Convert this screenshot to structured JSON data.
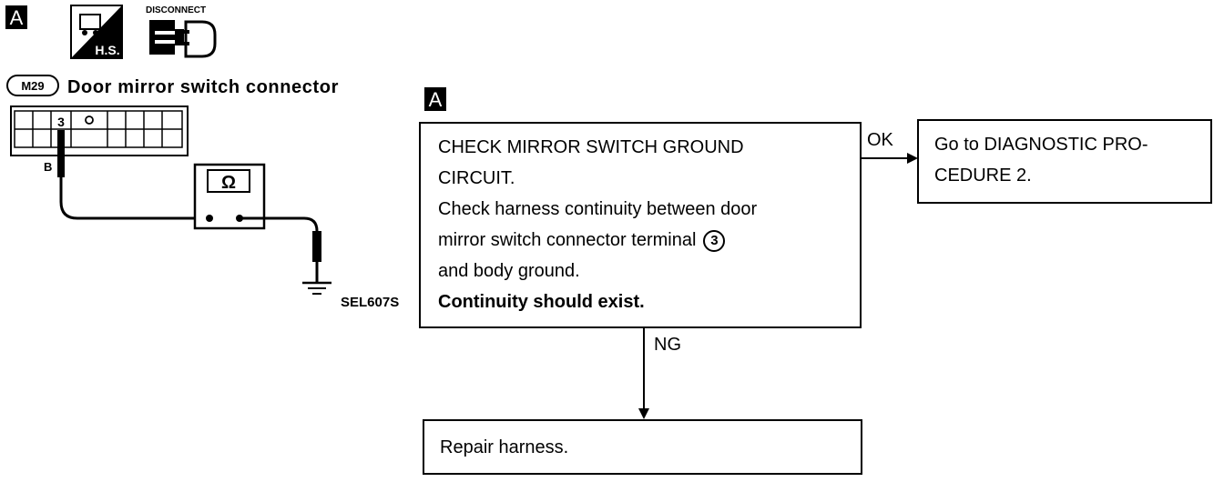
{
  "left_panel": {
    "section_letter": "A",
    "hs_label": "H.S.",
    "disconnect_label": "DISCONNECT",
    "connector_code": "M29",
    "connector_title": "Door mirror switch connector",
    "terminal_number": "3",
    "wire_color": "B",
    "meter_symbol": "Ω",
    "figure_code": "SEL607S"
  },
  "flowchart": {
    "section_letter": "A",
    "check_box": {
      "line1": "CHECK MIRROR SWITCH GROUND",
      "line2": "CIRCUIT.",
      "line3": "Check harness continuity between door",
      "line4": "mirror switch connector terminal",
      "terminal_ref": "3",
      "line5": "and body ground.",
      "line6": "Continuity should exist."
    },
    "ok_label": "OK",
    "ng_label": "NG",
    "ok_box": {
      "line1": "Go to DIAGNOSTIC PRO-",
      "line2": "CEDURE 2."
    },
    "ng_box": {
      "line1": "Repair harness."
    }
  }
}
